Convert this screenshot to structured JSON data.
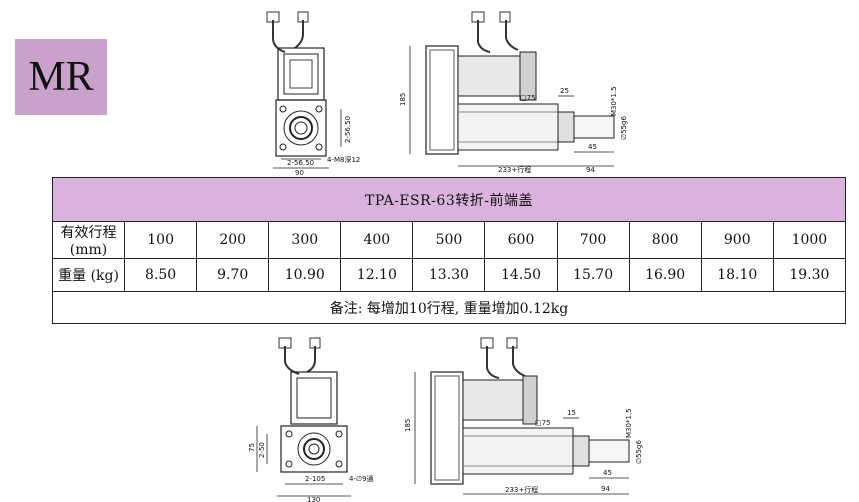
{
  "badge": {
    "label": "MR"
  },
  "table": {
    "title": "TPA-ESR-63转折-前端盖",
    "stroke_label": "有效行程 (mm)",
    "strokes": [
      "100",
      "200",
      "300",
      "400",
      "500",
      "600",
      "700",
      "800",
      "900",
      "1000"
    ],
    "weight_label": "重量 (kg)",
    "weights": [
      "8.50",
      "9.70",
      "10.90",
      "12.10",
      "13.30",
      "14.50",
      "15.70",
      "16.90",
      "18.10",
      "19.30"
    ],
    "note": "备注: 每增加10行程, 重量增加0.12kg"
  },
  "drawing_top_front": {
    "dim_width": "90",
    "dim_hole_spacing": "2-56.50",
    "dim_hole_spacing_v": "2-56.50",
    "dim_holes": "4-M8深12"
  },
  "drawing_top_side": {
    "dim_height": "185",
    "dim_square": "□75",
    "dim_25": "25",
    "dim_thread": "M30*1.5",
    "dim_shaft": "∅55g6",
    "dim_45": "45",
    "dim_stroke": "233+行程",
    "dim_94": "94"
  },
  "drawing_bottom_front": {
    "dim_width": "130",
    "dim_hole_spacing": "2-105",
    "dim_75": "75",
    "dim_hole_spacing_v": "2-50",
    "dim_holes": "4-∅9通"
  },
  "drawing_bottom_side": {
    "dim_height": "185",
    "dim_square": "□75",
    "dim_15": "15",
    "dim_thread": "M30*1.5",
    "dim_shaft": "∅55g6",
    "dim_45": "45",
    "dim_stroke": "233+行程",
    "dim_94": "94"
  }
}
